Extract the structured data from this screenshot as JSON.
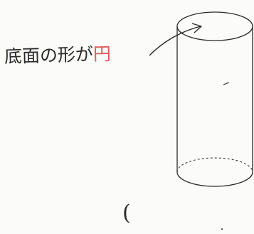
{
  "label": {
    "text": "底面の形が",
    "answer": "円"
  },
  "bracket": "(",
  "colors": {
    "ink": "#2a2a2a",
    "answer_ink": "#e05a5a",
    "paper": "#fbfbfa"
  },
  "figure": {
    "shape": "cylinder",
    "hidden_edge_style": "dashed"
  }
}
